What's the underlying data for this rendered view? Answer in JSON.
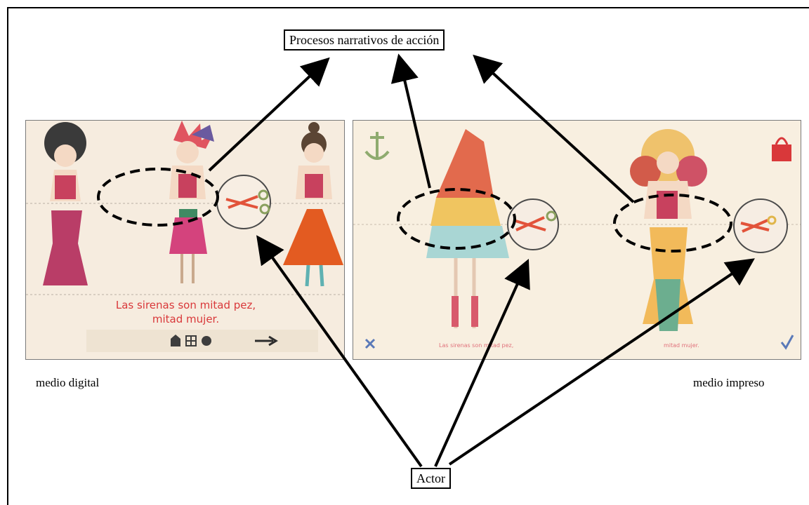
{
  "diagram": {
    "title_label": "Procesos narrativos de acción",
    "actor_label": "Actor",
    "caption_digital": "medio digital",
    "caption_print": "medio impreso",
    "digital_panel_text_line1": "Las sirenas son mitad pez,",
    "digital_panel_text_line2": "mitad mujer.",
    "print_panel_text_left": "Las sirenas son mitad pez,",
    "print_panel_text_right": "mitad mujer."
  },
  "colors": {
    "panel_bg": "#f6ecdf",
    "accent_red": "#d9383a",
    "arrow": "#000000"
  },
  "icons": [
    "anchor-icon",
    "handbag-icon",
    "scissors-icon",
    "close-icon",
    "checkmark-icon",
    "home-icon",
    "grid-icon",
    "palette-icon",
    "arrow-right-icon"
  ]
}
